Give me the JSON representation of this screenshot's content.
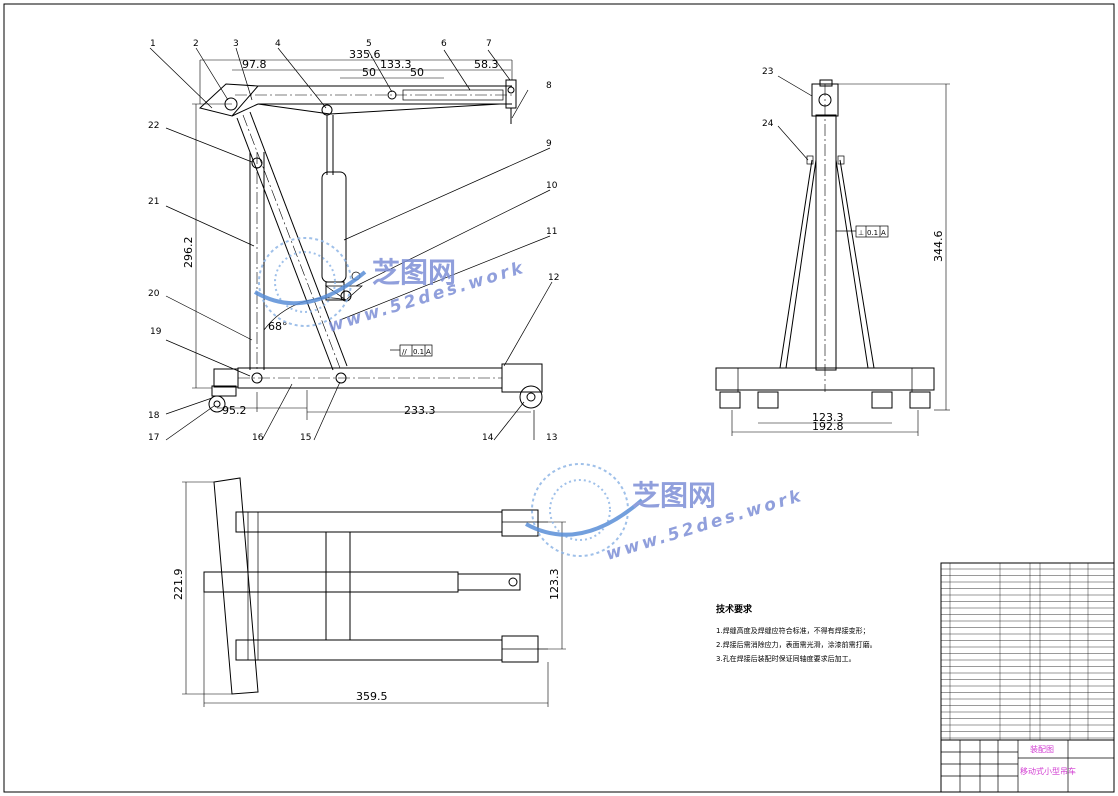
{
  "drawing": {
    "front_view": {
      "dimensions": {
        "d_335_6": "335.6",
        "d_97_8": "97.8",
        "d_50a": "50",
        "d_133_3": "133.3",
        "d_50b": "50",
        "d_58_3": "58.3",
        "d_296_2": "296.2",
        "d_95_2": "95.2",
        "d_233_3": "233.3",
        "angle_68": "68°"
      },
      "balloons": [
        "1",
        "2",
        "3",
        "4",
        "5",
        "6",
        "7",
        "8",
        "9",
        "10",
        "11",
        "12",
        "13",
        "14",
        "15",
        "16",
        "17",
        "18",
        "19",
        "20",
        "21",
        "22"
      ],
      "tolerance_frame": {
        "symbol": "//",
        "value": "0.1",
        "datum": "A"
      }
    },
    "side_view": {
      "dimensions": {
        "d_344_6": "344.6",
        "d_123_3": "123.3",
        "d_192_8": "192.8"
      },
      "balloons": [
        "23",
        "24"
      ],
      "tolerance_frame": {
        "symbol": "⊥",
        "value": "0.1",
        "datum": "A"
      }
    },
    "top_view": {
      "dimensions": {
        "d_221_9": "221.9",
        "d_123_3": "123.3",
        "d_359_5": "359.5"
      }
    },
    "technical_requirements": {
      "title": "技术要求",
      "items": [
        "1.焊缝高度及焊缝应符合标准，不得有焊接变形；",
        "2.焊接后需消除应力，表面需光滑，涂漆前需打磨。",
        "3.孔在焊接后装配时保证同轴度要求后加工。"
      ]
    },
    "title_block": {
      "drawing_type": "装配图",
      "drawing_name": "移动式小型吊车"
    },
    "watermarks": [
      {
        "cn": "芝图网",
        "url": "www.52des.work"
      },
      {
        "cn": "芝图网",
        "url": "www.52des.work"
      }
    ]
  }
}
